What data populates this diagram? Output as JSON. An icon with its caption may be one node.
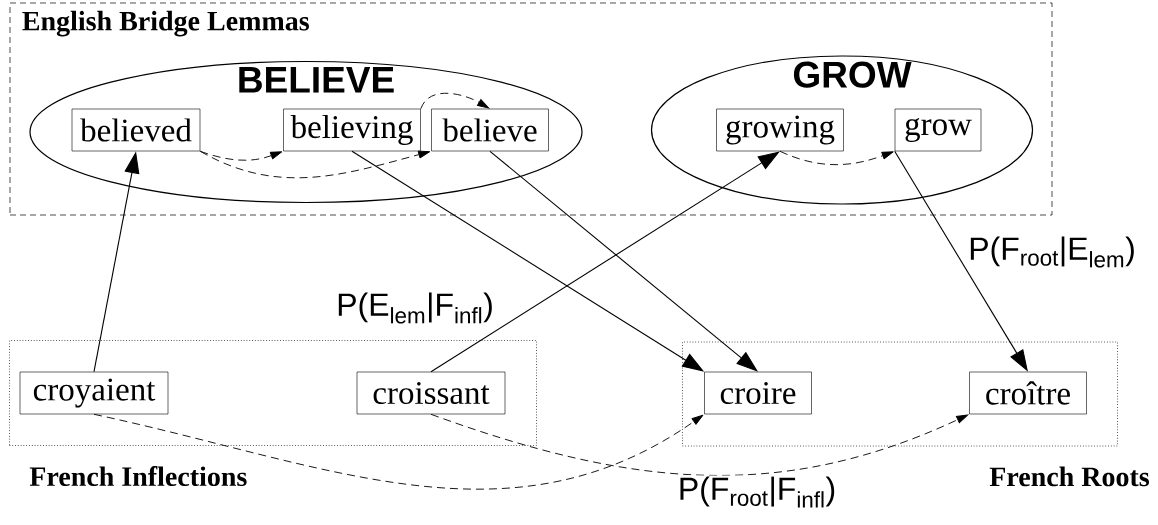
{
  "diagram": {
    "nodes": [
      {
        "text": [
          "English Bridge Lemmas"
        ]
      },
      {
        "text": [
          "BELIEVE"
        ],
        "in": 0
      },
      {
        "text": [
          "believed"
        ],
        "in": 1
      },
      {
        "text": [
          "believing"
        ],
        "in": 1
      },
      {
        "text": [
          "believe"
        ],
        "in": 1
      },
      {
        "text": [
          "GROW"
        ],
        "in": 0
      },
      {
        "text": [
          "growing"
        ],
        "in": 5
      },
      {
        "text": [
          "grow"
        ],
        "in": 5
      },
      {
        "text": [
          "French Inflections"
        ]
      },
      {
        "text": [
          "croyaient"
        ],
        "in": 8
      },
      {
        "text": [
          "croissant"
        ],
        "in": 8
      },
      {
        "text": [
          "French Roots"
        ]
      },
      {
        "text": [
          "croire"
        ],
        "in": 11
      },
      {
        "text": [
          "croître"
        ],
        "in": 11
      }
    ],
    "edges": [
      {
        "from": 9,
        "to": 2,
        "arrow": "to"
      },
      {
        "from": 2,
        "to": 3,
        "arrow": "to",
        "style": "dashed"
      },
      {
        "from": 2,
        "to": 4,
        "arrow": "to",
        "style": "dashed"
      },
      {
        "from": 3,
        "to": 4,
        "arrow": "to",
        "style": "dashed"
      },
      {
        "from": 6,
        "to": 7,
        "arrow": "to",
        "style": "dashed"
      },
      {
        "from": 3,
        "to": 12,
        "arrow": "to"
      },
      {
        "from": 4,
        "to": 12,
        "arrow": "to"
      },
      {
        "from": 10,
        "to": 6,
        "arrow": "to",
        "label": "P(E$_{lem}$|F$_{infl}$)"
      },
      {
        "from": 7,
        "to": 13,
        "arrow": "to",
        "label": "P(F$_{root}$|E$_{lem}$)"
      },
      {
        "from": 9,
        "to": 12,
        "arrow": "to",
        "style": "dashed"
      },
      {
        "from": 10,
        "to": 13,
        "arrow": "to",
        "style": "dashed",
        "label": "P(F$_{root}$|F$_{infl}$)"
      }
    ]
  }
}
